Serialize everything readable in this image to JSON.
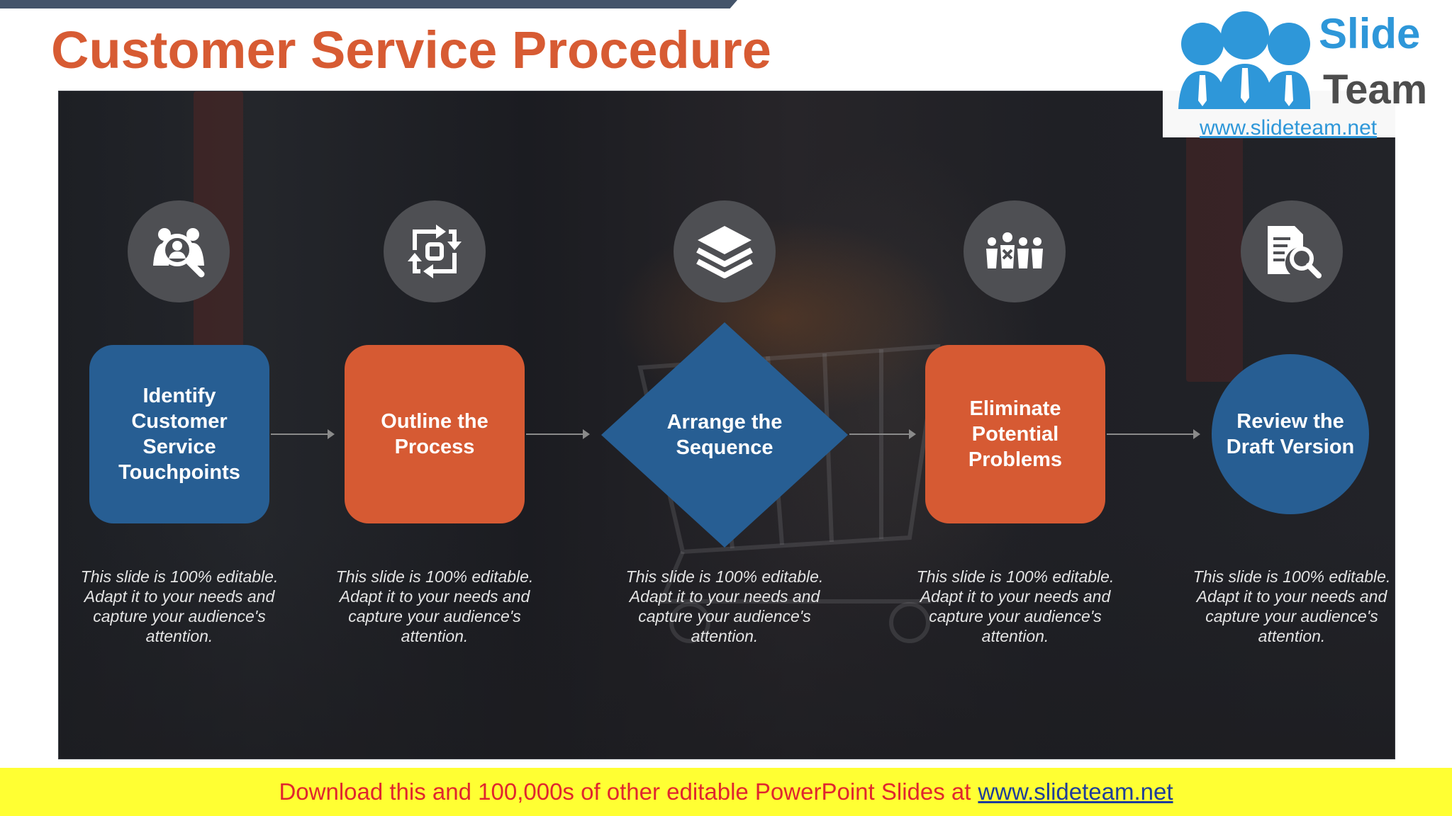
{
  "slide": {
    "title": "Customer Service Procedure"
  },
  "logo": {
    "word1": "Slide",
    "word2": "Team",
    "url": "www.slideteam.net"
  },
  "steps": [
    {
      "label": "Identify Customer Service Touchpoints",
      "icon": "customer-search-icon",
      "shape": "rounded-square",
      "color": "#275e93",
      "description": "This slide is 100% editable. Adapt it to your needs and capture your audience's attention."
    },
    {
      "label": "Outline the Process",
      "icon": "process-cycle-icon",
      "shape": "rounded-square",
      "color": "#d65a33",
      "description": "This slide is 100% editable. Adapt it to your needs and capture your audience's attention."
    },
    {
      "label": "Arrange the Sequence",
      "icon": "layers-icon",
      "shape": "diamond",
      "color": "#275e93",
      "description": "This slide is 100% editable. Adapt it to your needs and capture your audience's attention."
    },
    {
      "label": "Eliminate Potential Problems",
      "icon": "people-eliminate-icon",
      "shape": "rounded-square",
      "color": "#d65a33",
      "description": "This slide is 100% editable. Adapt it to your needs and capture your audience's attention."
    },
    {
      "label": "Review the Draft Version",
      "icon": "document-search-icon",
      "shape": "circle",
      "color": "#275e93",
      "description": "This slide is 100% editable. Adapt it to your needs and capture your audience's attention."
    }
  ],
  "footer": {
    "text": "Download this and 100,000s of other editable PowerPoint Slides at",
    "link": "www.slideteam.net"
  },
  "colors": {
    "title": "#d75b33",
    "blue": "#275e93",
    "orange": "#d65a33",
    "banner": "#ffff33"
  }
}
